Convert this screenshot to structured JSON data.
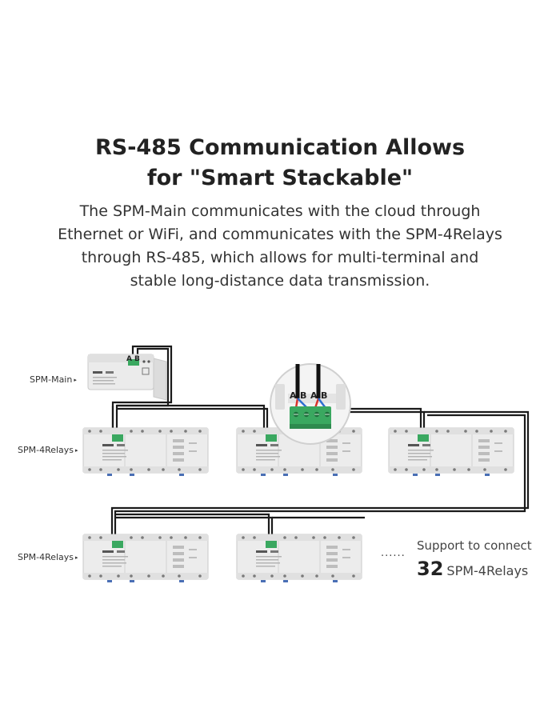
{
  "heading": {
    "line1": "RS-485 Communication Allows",
    "line2": "for \"Smart Stackable\""
  },
  "description": {
    "line1": "The SPM-Main communicates with the cloud through",
    "line2": "Ethernet or WiFi, and communicates with the SPM-4Relays",
    "line3": "through RS-485, which allows for multi-terminal and",
    "line4": "stable long-distance data transmission."
  },
  "labels": {
    "main": "SPM-Main",
    "relays_row1": "SPM-4Relays",
    "relays_row2": "SPM-4Relays",
    "arrow_glyph": "▸"
  },
  "terminals": {
    "main_a": "A",
    "main_b": "B",
    "zoom": [
      "A",
      "B",
      "A",
      "B"
    ]
  },
  "support": {
    "prefix": "Support to connect",
    "count": "32",
    "unit": "SPM-4Relays",
    "ellipsis": "......"
  },
  "colors": {
    "wire": "#1a1a1a",
    "terminal_green": "#3aa860",
    "wire_red": "#d8342c",
    "wire_blue": "#2f6fd0",
    "device_body": "#ebebeb"
  }
}
